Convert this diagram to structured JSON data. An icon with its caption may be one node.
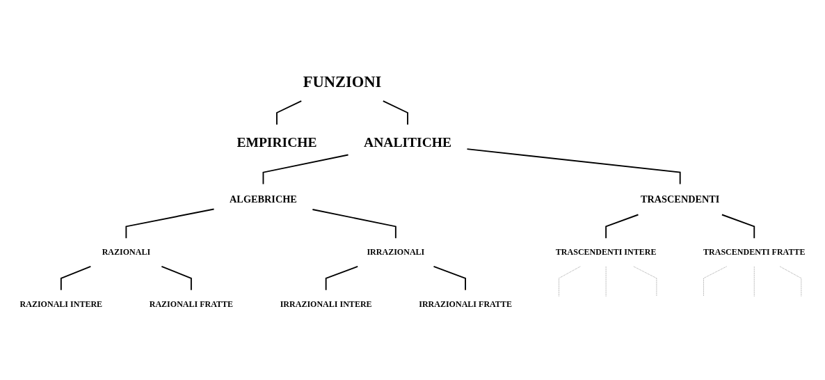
{
  "diagram": {
    "nodes": [
      {
        "text": [
          "FUNZIONI"
        ]
      },
      {
        "text": [
          "EMPIRICHE"
        ]
      },
      {
        "text": [
          "ANALITICHE"
        ]
      },
      {
        "text": [
          "ALGEBRICHE"
        ]
      },
      {
        "text": [
          "TRASCENDENTI"
        ]
      },
      {
        "text": [
          "RAZIONALI"
        ]
      },
      {
        "text": [
          "IRRAZIONALI"
        ]
      },
      {
        "text": [
          "TRASCENDENTI INTERE"
        ]
      },
      {
        "text": [
          "TRASCENDENTI FRATTE"
        ]
      },
      {
        "text": [
          "RAZIONALI INTERE"
        ]
      },
      {
        "text": [
          "RAZIONALI FRATTE"
        ]
      },
      {
        "text": [
          "IRRAZIONALI INTERE"
        ]
      },
      {
        "text": [
          "IRRAZIONALI FRATTE"
        ]
      }
    ],
    "edges": [
      {
        "from": 0,
        "to": 1,
        "arrow": "none"
      },
      {
        "from": 0,
        "to": 2,
        "arrow": "none"
      },
      {
        "from": 2,
        "to": 3,
        "arrow": "none"
      },
      {
        "from": 2,
        "to": 4,
        "arrow": "none"
      },
      {
        "from": 3,
        "to": 5,
        "arrow": "none"
      },
      {
        "from": 3,
        "to": 6,
        "arrow": "none"
      },
      {
        "from": 4,
        "to": 7,
        "arrow": "none"
      },
      {
        "from": 4,
        "to": 8,
        "arrow": "none"
      },
      {
        "from": 5,
        "to": 9,
        "arrow": "none"
      },
      {
        "from": 5,
        "to": 10,
        "arrow": "none"
      },
      {
        "from": 6,
        "to": 11,
        "arrow": "none"
      },
      {
        "from": 6,
        "to": 12,
        "arrow": "none"
      },
      {
        "from": 7,
        "to": null,
        "arrow": "none",
        "style": "dashed",
        "color": "#808080"
      },
      {
        "from": 7,
        "to": null,
        "arrow": "none",
        "style": "dashed",
        "color": "#808080"
      },
      {
        "from": 7,
        "to": null,
        "arrow": "none",
        "style": "dashed",
        "color": "#808080"
      },
      {
        "from": 8,
        "to": null,
        "arrow": "none",
        "style": "dashed",
        "color": "#808080"
      },
      {
        "from": 8,
        "to": null,
        "arrow": "none",
        "style": "dashed",
        "color": "#808080"
      },
      {
        "from": 8,
        "to": null,
        "arrow": "none",
        "style": "dashed",
        "color": "#808080"
      }
    ]
  }
}
